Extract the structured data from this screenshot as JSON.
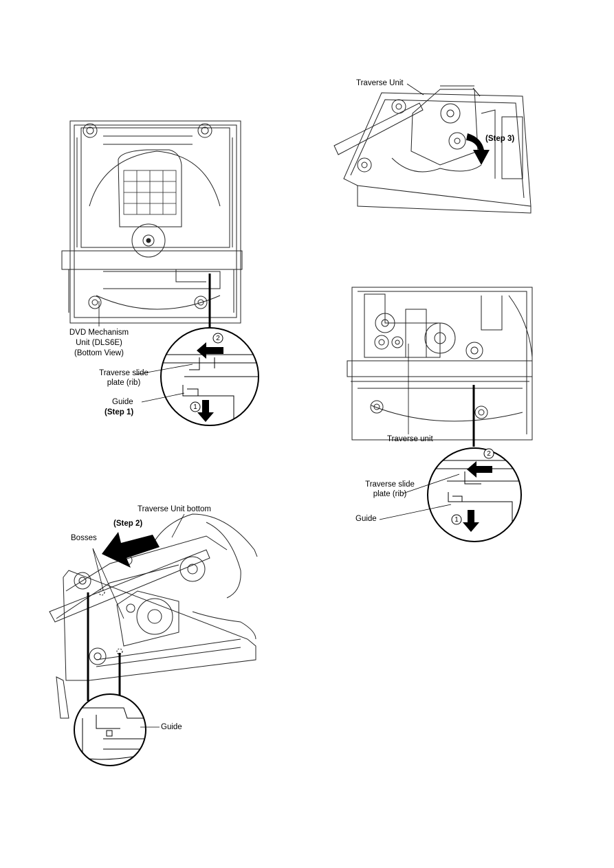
{
  "figure1": {
    "unit_label_line1": "DVD Mechanism",
    "unit_label_line2": "Unit (DLS6E)",
    "unit_label_line3": "(Bottom View)",
    "slide_label_line1": "Traverse slide",
    "slide_label_line2": "plate (rib)",
    "guide_label": "Guide",
    "step_label": "(Step 1)",
    "marker_1": "1",
    "marker_2": "2"
  },
  "figure2": {
    "unit_bottom_label": "Traverse Unit bottom",
    "step_label": "(Step 2)",
    "bosses_label": "Bosses",
    "guide_label": "Guide"
  },
  "figure3": {
    "unit_label": "Traverse Unit",
    "step_label": "(Step 3)"
  },
  "figure4": {
    "unit_label": "Traverse unit",
    "slide_label_line1": "Traverse slide",
    "slide_label_line2": "plate (rib)",
    "guide_label": "Guide",
    "marker_1": "1",
    "marker_2": "2"
  }
}
